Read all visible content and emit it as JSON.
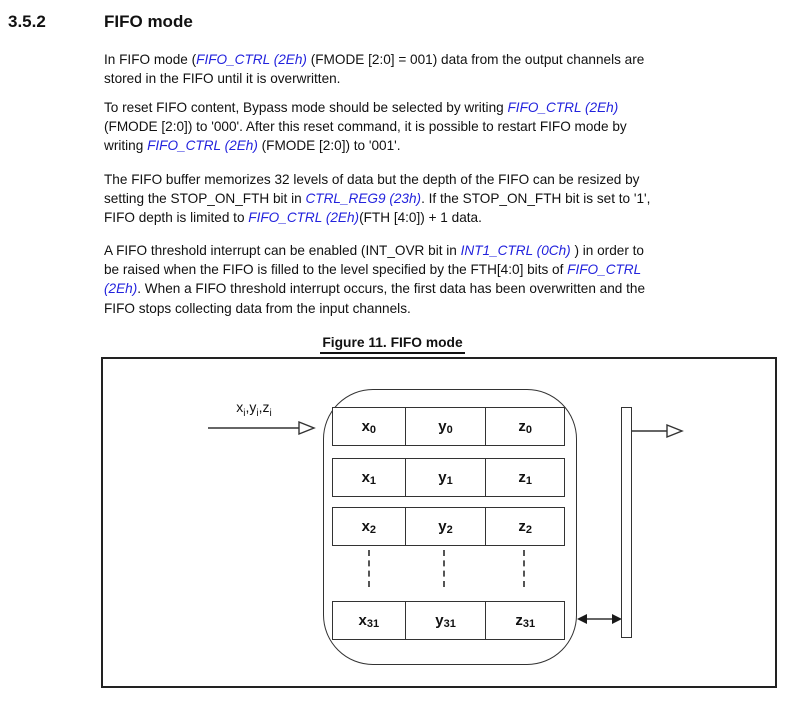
{
  "colors": {
    "link": "#2222dd",
    "text": "#111111",
    "line": "#333333"
  },
  "heading": {
    "number": "3.5.2",
    "title": "FIFO mode"
  },
  "paragraphs": [
    {
      "lines": [
        [
          {
            "t": "In FIFO mode ("
          },
          {
            "t": "FIFO_CTRL (2Eh)",
            "link": true
          },
          {
            "t": " (FMODE [2:0] = 001) data from the output channels are"
          }
        ],
        [
          {
            "t": "stored in the FIFO until it is overwritten."
          }
        ]
      ]
    },
    {
      "lines": [
        [
          {
            "t": "To reset FIFO content, Bypass mode should be selected by writing "
          },
          {
            "t": "FIFO_CTRL (2Eh)",
            "link": true
          }
        ],
        [
          {
            "t": "(FMODE [2:0]) to '000'. After this reset command, it is possible to restart FIFO mode by"
          }
        ],
        [
          {
            "t": "writing "
          },
          {
            "t": "FIFO_CTRL (2Eh)",
            "link": true
          },
          {
            "t": " (FMODE [2:0]) to '001'."
          }
        ]
      ]
    },
    {
      "lines": [
        [
          {
            "t": "The FIFO buffer memorizes 32 levels of data but the depth of the FIFO can be resized by"
          }
        ],
        [
          {
            "t": "setting the STOP_ON_FTH bit in "
          },
          {
            "t": "CTRL_REG9 (23h)",
            "link": true
          },
          {
            "t": ". If the STOP_ON_FTH bit is set to '1',"
          }
        ],
        [
          {
            "t": "FIFO depth is limited to "
          },
          {
            "t": "FIFO_CTRL (2Eh)",
            "link": true
          },
          {
            "t": "(FTH [4:0]) + 1 data."
          }
        ]
      ]
    },
    {
      "lines": [
        [
          {
            "t": "A FIFO threshold interrupt can be enabled (INT_OVR bit in "
          },
          {
            "t": "INT1_CTRL (0Ch)",
            "link": true
          },
          {
            "t": " ) in order to"
          }
        ],
        [
          {
            "t": "be raised when the FIFO is filled to the level specified by the FTH[4:0] bits of "
          },
          {
            "t": "FIFO_CTRL",
            "link": true
          }
        ],
        [
          {
            "t": "(2Eh)",
            "link": true
          },
          {
            "t": ". When a FIFO threshold interrupt occurs, the first data has been overwritten and the"
          }
        ],
        [
          {
            "t": "FIFO stops collecting data from the input channels."
          }
        ]
      ]
    }
  ],
  "figure": {
    "caption": "Figure 11. FIFO mode",
    "input_label": [
      {
        "t": "x"
      },
      {
        "t": "i",
        "sub": true
      },
      {
        "t": ",y"
      },
      {
        "t": "i",
        "sub": true
      },
      {
        "t": ",z"
      },
      {
        "t": "i",
        "sub": true
      }
    ],
    "rows": [
      [
        {
          "b": "x",
          "s": "0"
        },
        {
          "b": "y",
          "s": "0"
        },
        {
          "b": "z",
          "s": "0"
        }
      ],
      [
        {
          "b": "x",
          "s": "1"
        },
        {
          "b": "y",
          "s": "1"
        },
        {
          "b": "z",
          "s": "1"
        }
      ],
      [
        {
          "b": "x",
          "s": "2"
        },
        {
          "b": "y",
          "s": "2"
        },
        {
          "b": "z",
          "s": "2"
        }
      ],
      [
        {
          "b": "x",
          "s": "31"
        },
        {
          "b": "y",
          "s": "31"
        },
        {
          "b": "z",
          "s": "31"
        }
      ]
    ]
  }
}
